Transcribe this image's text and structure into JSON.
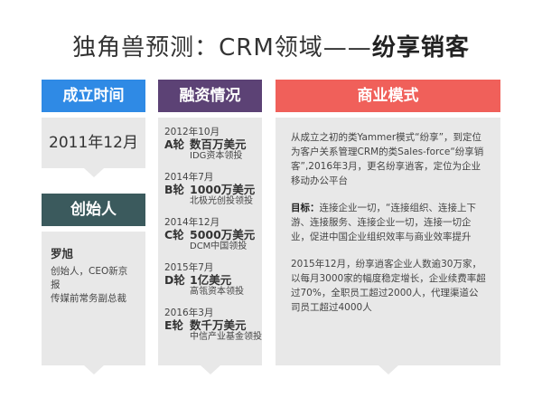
{
  "title": {
    "prefix": "独角兽预测：CRM领域——",
    "highlight": "纷享销客"
  },
  "headers": {
    "founded": "成立时间",
    "funding": "融资情况",
    "business": "商业模式",
    "founder": "创始人"
  },
  "founded_date": "2011年12月",
  "founder": {
    "name": "罗旭",
    "desc_line1": "创始人，CEO新京报",
    "desc_line2": "传媒前常务副总裁"
  },
  "funding_rounds": [
    {
      "date": "2012年10月",
      "round": "A轮",
      "amount": "数百万美元",
      "investor": "IDG资本领投"
    },
    {
      "date": "2014年7月",
      "round": "B轮",
      "amount": "1000万美元",
      "investor": "北极光创投领投"
    },
    {
      "date": "2014年12月",
      "round": "C轮",
      "amount": "5000万美元",
      "investor": "DCM中国领投"
    },
    {
      "date": "2015年7月",
      "round": "D轮",
      "amount": "1亿美元",
      "investor": "高瓴资本领投"
    },
    {
      "date": "2016年3月",
      "round": "E轮",
      "amount": "数千万美元",
      "investor": "中信产业基金领投"
    }
  ],
  "business": {
    "para1": "从成立之初的类Yammer模式“纷享”，到定位为客户关系管理CRM的类Sales-force“纷享销客”,2016年3月，更名纷享逍客，定位为企业移动办公平台",
    "goal_label": "目标：",
    "goal_text": "连接企业一切，“连接组织、连接上下游、连接服务、连接企业一切，连接一切企业，促进中国企业组织效率与商业效率提升",
    "para3": "2015年12月，纷享逍客企业人数逾30万家，以每月3000家的幅度稳定增长，企业续费率超过70%，全职员工超过2000人，代理渠道公司员工超过4000人"
  }
}
